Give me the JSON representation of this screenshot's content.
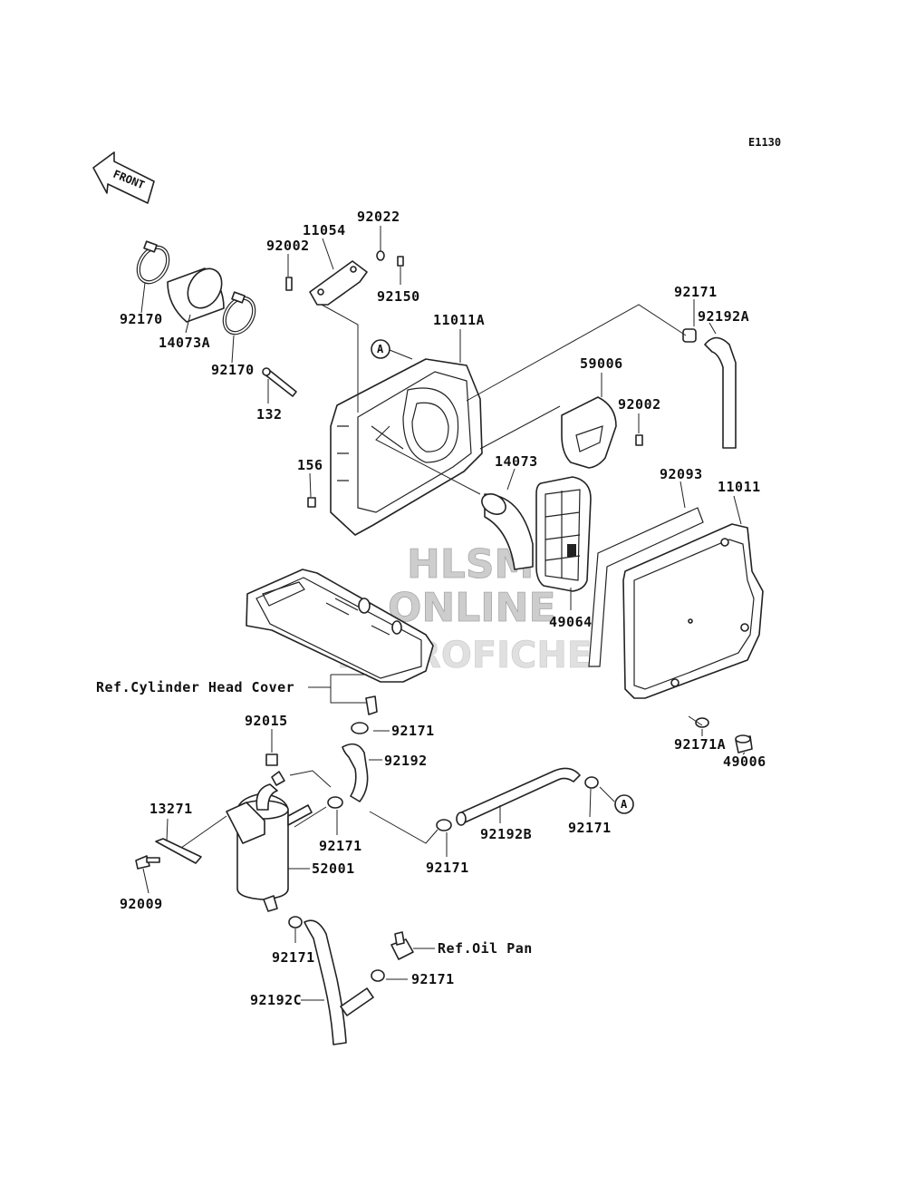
{
  "diagram_code": "E1130",
  "front_label": "FRONT",
  "ref_label_a": "A",
  "ref_label_a2": "A",
  "watermark": {
    "line1": "HLSM",
    "line2": "ONLINE",
    "line3": "MICROFICHE"
  },
  "refs": {
    "cylinder_head_cover": "Ref.Cylinder Head Cover",
    "oil_pan": "Ref.Oil Pan"
  },
  "parts": {
    "p92022": "92022",
    "p11054": "11054",
    "p92002_top": "92002",
    "p92150": "92150",
    "p92170_left": "92170",
    "p14073A": "14073A",
    "p92170_right": "92170",
    "p132": "132",
    "p11011A": "11011A",
    "p156": "156",
    "p92171_top": "92171",
    "p92192A": "92192A",
    "p59006": "59006",
    "p92002_right": "92002",
    "p14073": "14073",
    "p92093": "92093",
    "p11011": "11011",
    "p49064": "49064",
    "p92171A": "92171A",
    "p49006": "49006",
    "p92015": "92015",
    "p92171_mid": "92171",
    "p92192": "92192",
    "p13271": "13271",
    "p92171_sep": "92171",
    "p92171_lower": "92171",
    "p92192B": "92192B",
    "p92171_right": "92171",
    "p52001": "52001",
    "p92009": "92009",
    "p92171_bottom": "92171",
    "p92171_oilpan": "92171",
    "p92192C": "92192C"
  }
}
